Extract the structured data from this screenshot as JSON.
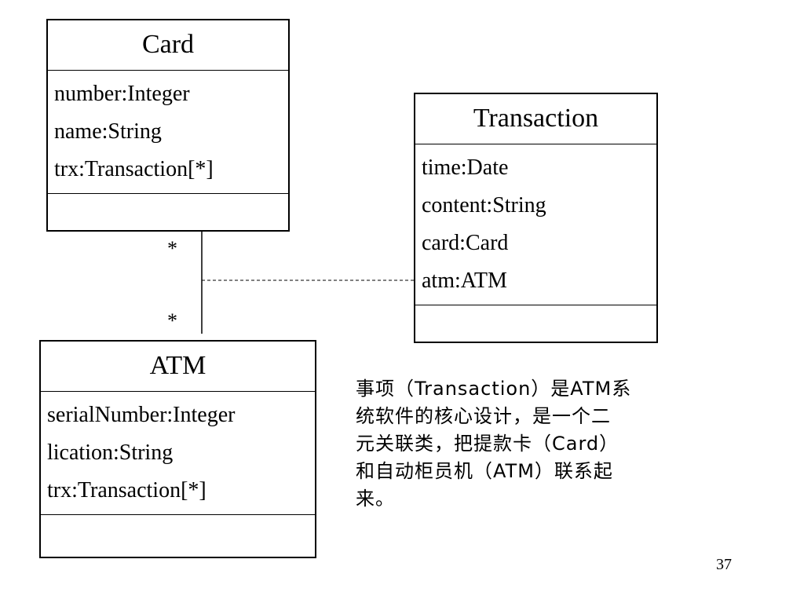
{
  "classes": {
    "card": {
      "name": "Card",
      "attributes": [
        "number:Integer",
        "name:String",
        "trx:Transaction[*]"
      ]
    },
    "transaction": {
      "name": "Transaction",
      "attributes": [
        "time:Date",
        "content:String",
        "card:Card",
        "atm:ATM"
      ]
    },
    "atm": {
      "name": "ATM",
      "attributes": [
        "serialNumber:Integer",
        "lication:String",
        "trx:Transaction[*]"
      ]
    }
  },
  "association": {
    "multiplicity_card_end": "*",
    "multiplicity_atm_end": "*"
  },
  "note": {
    "lines": [
      " 事项（Transaction）是ATM系",
      "统软件的核心设计，是一个二",
      "元关联类，把提款卡（Card）",
      "和自动柜员机（ATM）联系起",
      "来。"
    ]
  },
  "page_number": "37"
}
